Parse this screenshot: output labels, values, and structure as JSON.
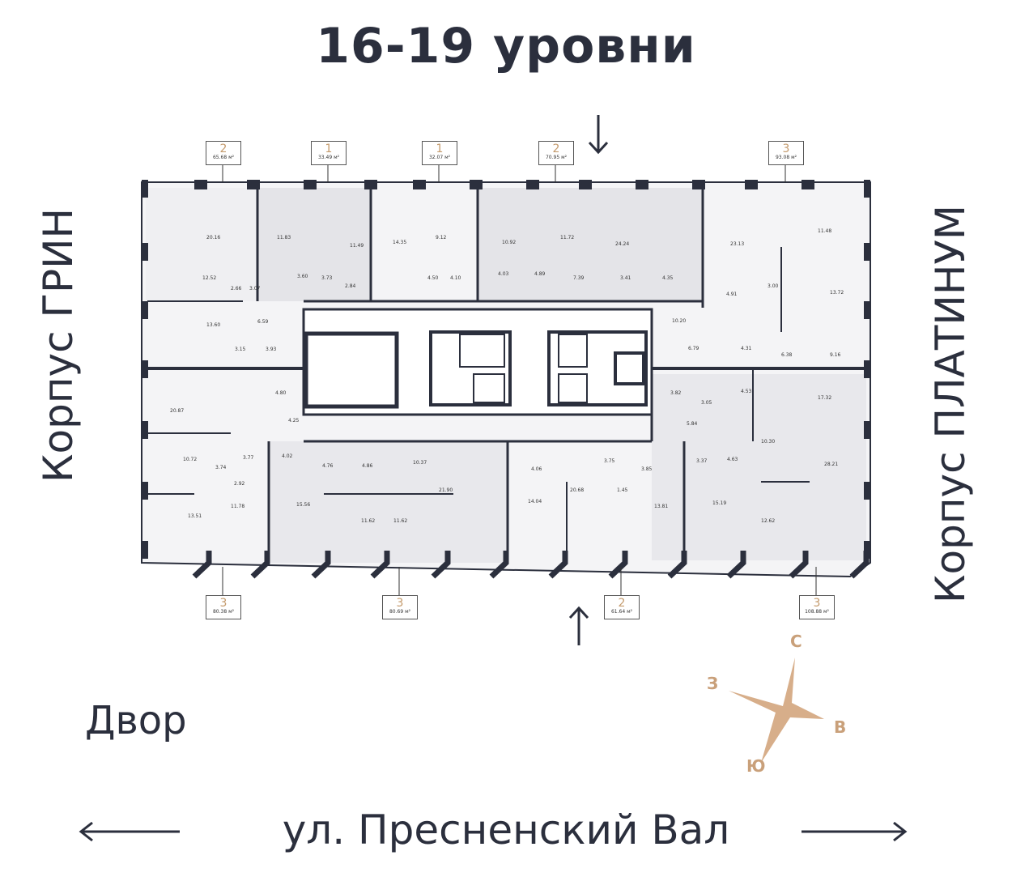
{
  "title": "16-19 уровни",
  "left_label": "Корпус ГРИН",
  "right_label": "Корпус ПЛАТИНУМ",
  "courtyard_label": "Двор",
  "street_label": "ул. Пресненский Вал",
  "compass": {
    "north": "С",
    "west": "З",
    "east": "В",
    "south": "Ю",
    "color": "#c9a07a"
  },
  "colors": {
    "walls": "#2b2f3d",
    "accent": "#c49a6c",
    "unit_fill": "#f3f3f5",
    "unit_fill_dark": "#e6e6ea"
  },
  "top_units": [
    {
      "rooms": "2",
      "area": "65.68 м²"
    },
    {
      "rooms": "1",
      "area": "33.49 м²"
    },
    {
      "rooms": "1",
      "area": "32.07 м²"
    },
    {
      "rooms": "2",
      "area": "70.95 м²"
    },
    {
      "rooms": "3",
      "area": "93.08 м²"
    }
  ],
  "bottom_units": [
    {
      "rooms": "3",
      "area": "80.38 м²"
    },
    {
      "rooms": "3",
      "area": "80.69 м²"
    },
    {
      "rooms": "2",
      "area": "61.64 м²"
    },
    {
      "rooms": "3",
      "area": "108.88 м²"
    }
  ],
  "room_areas": [
    "20.16",
    "11.83",
    "11.49",
    "14.35",
    "9.12",
    "10.92",
    "11.72",
    "24.24",
    "23.13",
    "11.48",
    "12.52",
    "2.66",
    "3.07",
    "3.60",
    "3.73",
    "2.84",
    "4.50",
    "4.10",
    "4.03",
    "4.89",
    "7.39",
    "3.41",
    "4.35",
    "4.91",
    "3.00",
    "13.72",
    "13.60",
    "6.59",
    "3.15",
    "3.93",
    "10.20",
    "6.79",
    "4.31",
    "6.38",
    "9.16",
    "4.80",
    "3.82",
    "3.05",
    "4.53",
    "17.32",
    "20.87",
    "4.25",
    "5.84",
    "10.30",
    "10.72",
    "3.74",
    "3.77",
    "4.02",
    "4.76",
    "4.86",
    "10.37",
    "4.06",
    "3.75",
    "3.85",
    "3.37",
    "4.63",
    "28.21",
    "2.92",
    "21.90",
    "20.68",
    "1.45",
    "15.19",
    "13.51",
    "11.78",
    "15.56",
    "11.62",
    "11.62",
    "14.04",
    "13.81",
    "12.62"
  ]
}
